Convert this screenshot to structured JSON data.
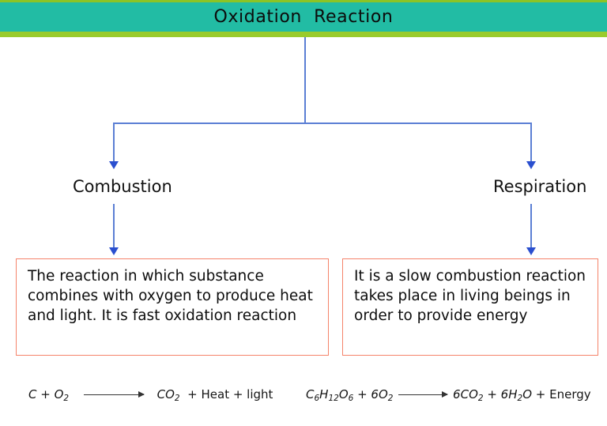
{
  "header": {
    "title": "Oxidation  Reaction",
    "band_color": "#22BCA4",
    "top_stripe_color": "#8CC425",
    "bottom_stripe_color": "#9ACB2C"
  },
  "connector": {
    "color": "#5B7FD4",
    "arrow_color": "#2A4FCF"
  },
  "branches": [
    {
      "label": "Combustion",
      "description": "The reaction in which substance combines with oxygen to produce heat and light. It is fast oxidation reaction",
      "box_border_color": "#F5836A",
      "equation": {
        "reactants": [
          {
            "text": "C",
            "sub": ""
          },
          {
            "text": "+ O",
            "sub": "2"
          }
        ],
        "products": [
          {
            "text": "CO",
            "sub": "2"
          },
          {
            "text": "+ Heat + light",
            "sub": ""
          }
        ],
        "plain": "C + O2 → CO2 + Heat + light"
      }
    },
    {
      "label": "Respiration",
      "description": "It is a slow combustion reaction takes place in living beings in order to provide energy",
      "box_border_color": "#F5836A",
      "equation": {
        "reactants": [
          {
            "text": "C",
            "sub": "6"
          },
          {
            "text": "H",
            "sub": "12"
          },
          {
            "text": "O",
            "sub": "6"
          },
          {
            "text": "+ 6O",
            "sub": "2"
          }
        ],
        "products": [
          {
            "text": "6CO",
            "sub": "2"
          },
          {
            "text": "+ 6H",
            "sub": "2"
          },
          {
            "text": "O",
            "sub": ""
          },
          {
            "text": "+ Energy",
            "sub": ""
          }
        ],
        "plain": "C6H12O6 + 6O2 → 6CO2 + 6H2O + Energy"
      }
    }
  ]
}
